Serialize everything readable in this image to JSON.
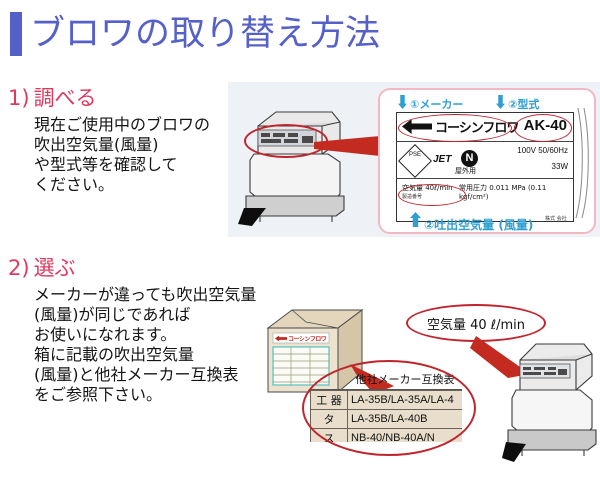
{
  "document": {
    "title": "ブロワの取り替え方法",
    "accent_color": "#5560c8",
    "step_color": "#e0395f",
    "highlight_color": "#c0242c",
    "annotation_color": "#2f9fd0"
  },
  "steps": [
    {
      "number": "1)",
      "title": "調べる",
      "lines": [
        "現在ご使用中のブロワの",
        "吹出空気量(風量)",
        "や型式等を確認して",
        "ください。"
      ]
    },
    {
      "number": "2)",
      "title": "選ぶ",
      "lines": [
        "メーカーが違っても吹出空気量",
        "(風量)が同じであれば",
        "お使いになれます。",
        "箱に記載の吹出空気量",
        "(風量)と他社メーカー互換表",
        "をご参照下さい。"
      ]
    }
  ],
  "figure1": {
    "photo_name": "blower-photo",
    "annotations": {
      "maker": "①メーカー",
      "model": "②型式",
      "airflow": "②吐出空気量 (風量)"
    },
    "nameplate": {
      "brand": "コーシンフロワ",
      "model": "AK-40",
      "pse": "PSE",
      "jet": "JET",
      "n_mark": "N",
      "usage": "屋外用",
      "voltage": "100V  50/60Hz",
      "power": "33W",
      "air_volume": "空気量  40ℓ/min",
      "pressure": "常用圧力  0.011 MPa (0.11 kgf/cm²)",
      "serial_label": "製造番号",
      "company": "株式\n会社"
    }
  },
  "figure2": {
    "box_brand": "コーシンフロワ",
    "bubble": "空気量  40 ℓ/min",
    "table": {
      "caption": "他社メーカー互換表",
      "rows": [
        {
          "maker": "工 器",
          "models": "LA-35B/LA-35A/LA-4"
        },
        {
          "maker": "タ",
          "models": "LA-35B/LA-40B"
        },
        {
          "maker": "ス",
          "models": "NB-40/NB-40A/N"
        }
      ]
    },
    "blower_name": "blower-illustration"
  }
}
